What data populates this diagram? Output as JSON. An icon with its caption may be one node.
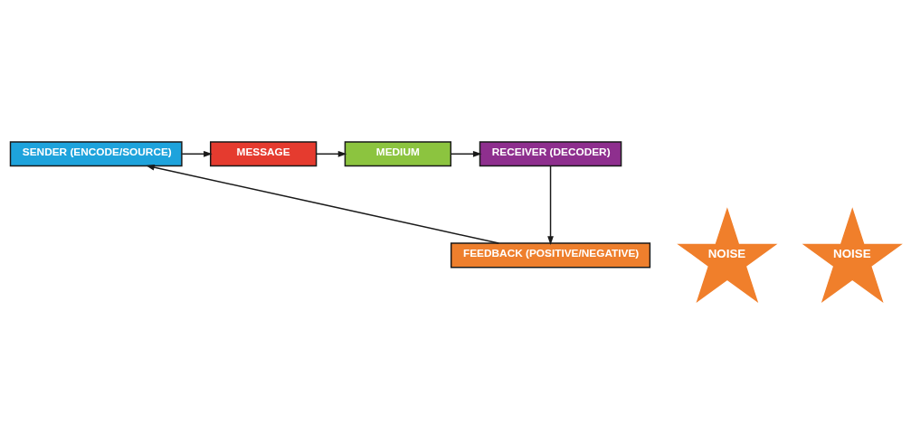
{
  "diagram": {
    "nodes": [
      {
        "text": [
          "SENDER (ENCODE/SOURCE)"
        ]
      },
      {
        "text": [
          "MESSAGE"
        ]
      },
      {
        "text": [
          "MEDIUM"
        ]
      },
      {
        "text": [
          "RECEIVER (DECODER)"
        ]
      },
      {
        "text": [
          "NOISE"
        ]
      },
      {
        "text": [
          "NOISE"
        ]
      },
      {
        "text": [
          "FEEDBACK (POSITIVE/NEGATIVE)"
        ]
      }
    ],
    "edges": [
      {
        "from": 0,
        "to": 1,
        "arrow": "to"
      },
      {
        "from": 1,
        "to": 2,
        "arrow": "to"
      },
      {
        "from": 2,
        "to": 3,
        "arrow": "to"
      },
      {
        "from": 3,
        "to": 6,
        "arrow": "to"
      },
      {
        "from": 6,
        "to": 0,
        "arrow": "to"
      }
    ]
  }
}
